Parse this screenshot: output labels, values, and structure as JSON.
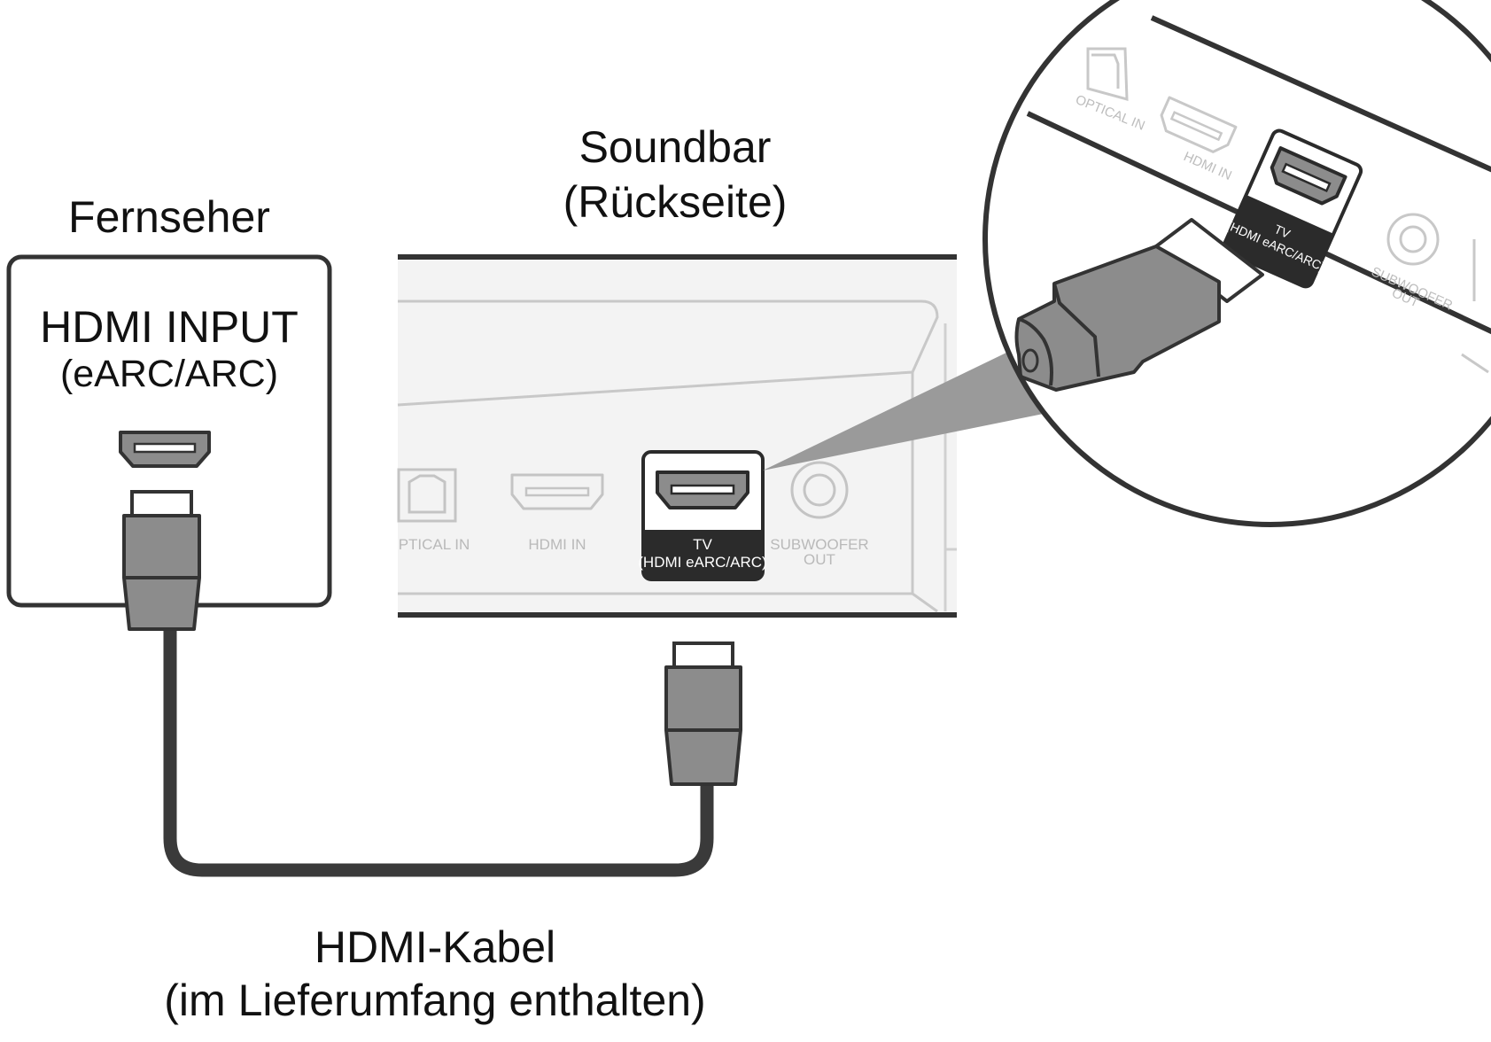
{
  "labels": {
    "tv_title": "Fernseher",
    "tv_port_title": "HDMI INPUT",
    "tv_port_subtitle": "(eARC/ARC)",
    "soundbar_title": "Soundbar",
    "soundbar_subtitle": "(Rückseite)",
    "cable_title": "HDMI-Kabel",
    "cable_subtitle": "(im Lieferumfang enthalten)"
  },
  "soundbar_ports": {
    "optical": "OPTICAL IN",
    "optical_cropped": "PTICAL IN",
    "hdmi_in": "HDMI IN",
    "tv_line1": "TV",
    "tv_line2": "(HDMI eARC/ARC)",
    "subwoofer_line1": "SUBWOOFER",
    "subwoofer_line2": "OUT"
  },
  "colors": {
    "outline": "#333333",
    "plug_fill": "#8c8c8c",
    "plug_dark": "#6f6f6f",
    "cable": "#3a3a3a",
    "soundbar_panel": "#f3f3f3",
    "faded_port": "#c4c4c4",
    "tv_port_badge": "#2b2b2b",
    "zoom_beam": "#9a9a9a"
  },
  "icons": {
    "hdmi_port": "hdmi-port-icon",
    "optical_port": "optical-port-icon",
    "subwoofer_port": "rca-port-icon",
    "hdmi_plug": "hdmi-plug-icon"
  }
}
